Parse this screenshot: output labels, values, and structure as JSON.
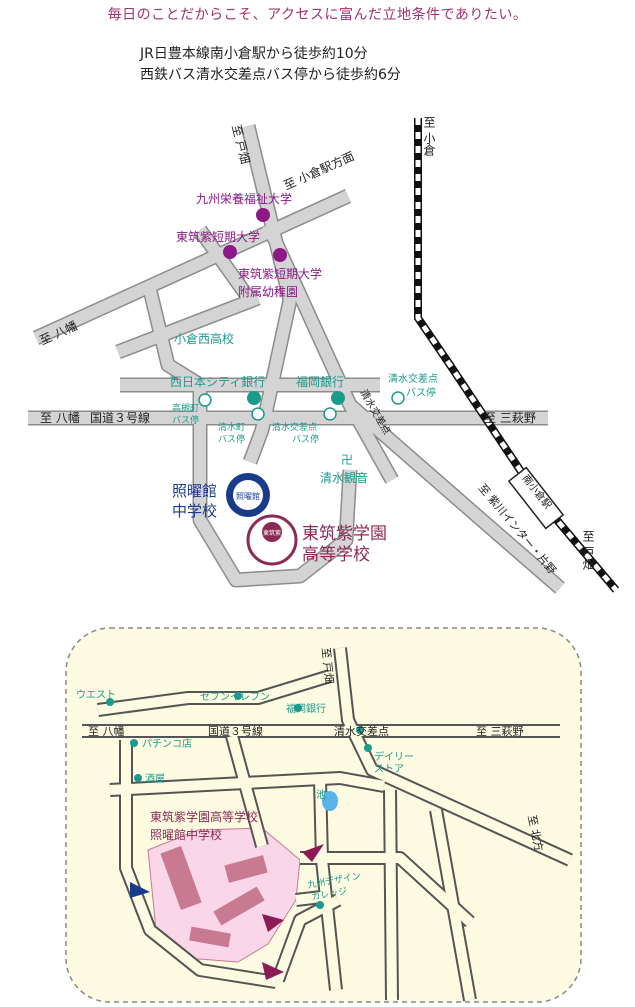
{
  "tagline": "毎日のことだからこそ、アクセスに富んだ立地条件でありたい。",
  "access": {
    "line1": "JR日豊本線南小倉駅から徒歩約10分",
    "line2": "西鉄バス清水交差点バス停から徒歩約6分"
  },
  "colors": {
    "road": "#d4d4d4",
    "road_edge": "#8c8c8c",
    "purple": "#8b1a86",
    "teal": "#1a9b8c",
    "navy": "#1a3a8a",
    "school": "#8a2a55",
    "area_bg": "#fdfbe1",
    "campus": "#f9d6e8",
    "building": "#c77a91"
  },
  "map1": {
    "dir_right_top": "至 小倉",
    "dir_top_left": "至 戸畑",
    "dir_kokura_station": "至 小倉駅方面",
    "dir_yahata_top": "至 八幡",
    "dir_yahata_road": "至 八幡",
    "route3": "国道３号線",
    "dir_hagino": "至 三萩野",
    "dir_tobata_right": "至 戸畑",
    "dir_ic": "至 紫川インター・片野",
    "kyushu_eiyo": "九州栄養福祉大学",
    "tochiku_tanki": "東筑紫短期大学",
    "kindergarten_l1": "東筑紫短期大学",
    "kindergarten_l2": "附属幼稚園",
    "kokura_nishi": "小倉西高校",
    "nishinippon_city": "西日本シティ銀行",
    "fukuoka_bank": "福岡銀行",
    "shimizu_bus_top_l1": "清水交差点",
    "shimizu_bus_top_l2": "バス停",
    "takinomachi_l1": "高槻町",
    "takinomachi_l2": "バス停",
    "shimizumachi_l1": "清水町",
    "shimizumachi_l2": "バス停",
    "shimizu_bus_low_l1": "清水交差点",
    "shimizu_bus_low_l2": "バス停",
    "kiyomizu_road": "清水交差点",
    "temple_mark": "卍",
    "shimizu_kannon": "清水観音",
    "minami_kokura_station": "南小倉駅",
    "shoyokan_l1": "照曜館",
    "shoyokan_l2": "中学校",
    "shoyokan_emblem": "照曜館",
    "hs_l1": "東筑紫学園",
    "hs_l2": "高等学校",
    "hs_emblem": "東筑紫"
  },
  "map2": {
    "west": "ウエスト",
    "seven_eleven": "セブンイレブン",
    "dir_tobata_top": "至 戸畑",
    "fukuoka_bank": "福岡銀行",
    "dir_yahata": "至 八幡",
    "route3": "国道３号線",
    "shimizu_crossing": "清水交差点",
    "dir_hagino": "至 三萩野",
    "pachinko": "パチンコ店",
    "daily_l1": "デイリー",
    "daily_l2": "ストア",
    "liquor": "酒屋",
    "pond": "池",
    "dir_kita": "至 北方",
    "school_l1": "東筑紫学園高等学校",
    "school_l2": "照曜館中学校",
    "college_l1": "九州デザイン",
    "college_l2": "カレッジ"
  }
}
